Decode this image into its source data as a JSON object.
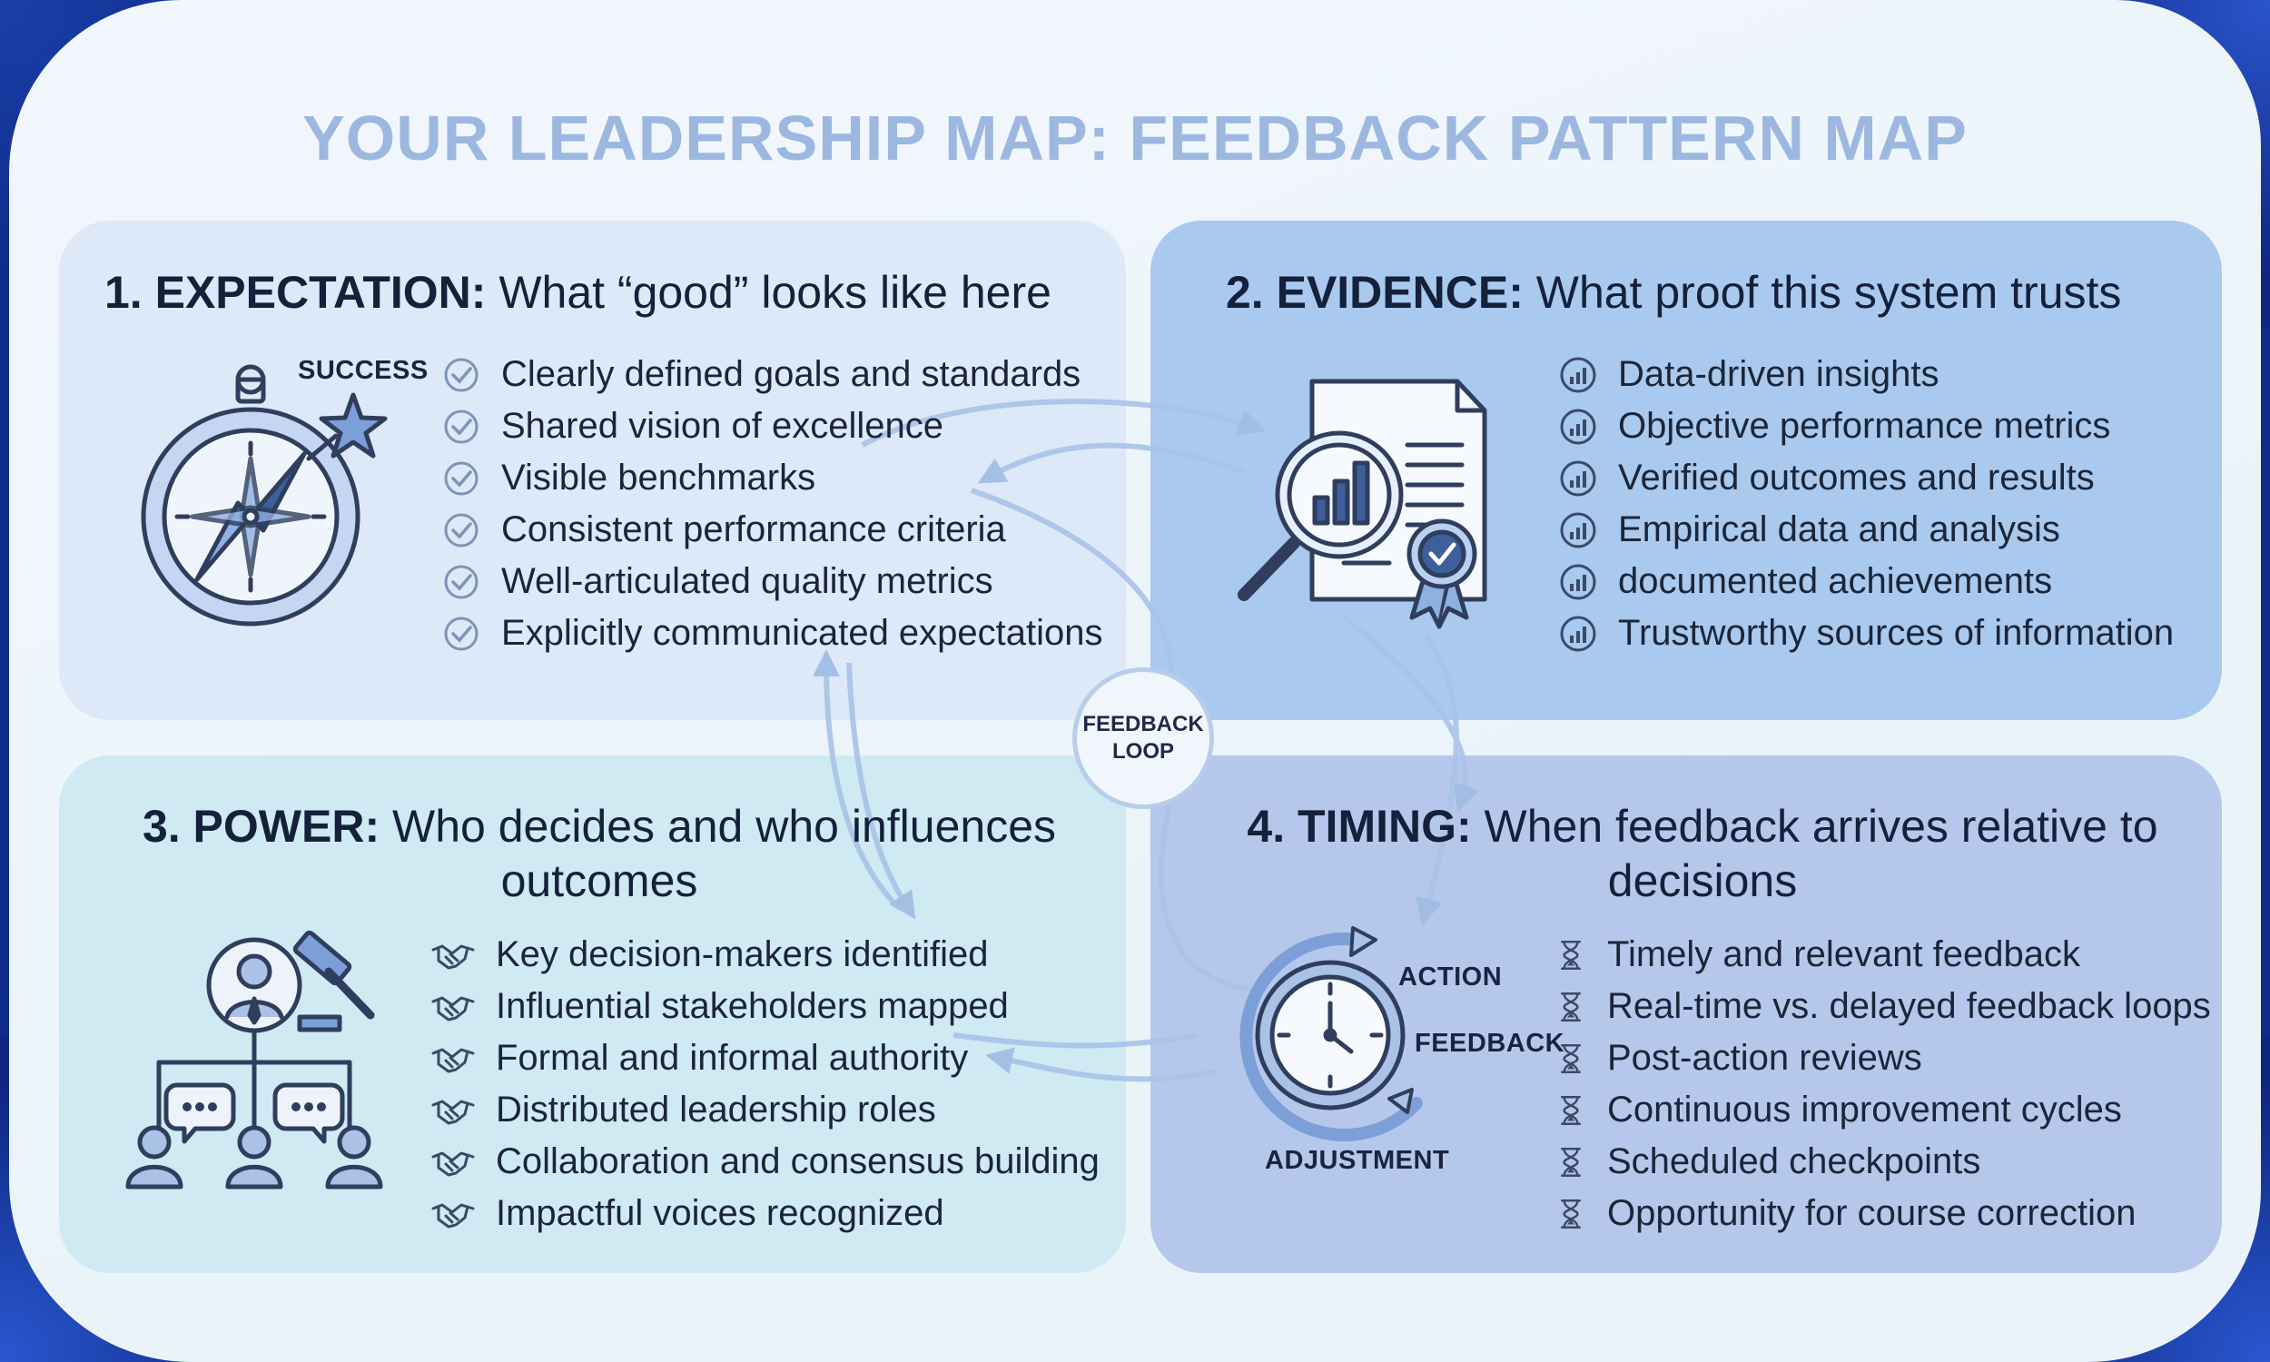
{
  "title": "YOUR LEADERSHIP MAP: FEEDBACK PATTERN MAP",
  "colors": {
    "title": "#9cb8e0",
    "line_icon": "#3a4a66",
    "icon_fill": "#a9c2e6"
  },
  "hub": {
    "line1": "FEEDBACK",
    "line2": "LOOP"
  },
  "expectation": {
    "title_bold": "1. EXPECTATION:",
    "title_rest": "What “good” looks like here",
    "icon": "compass-icon",
    "icon_label": "SUCCESS",
    "bullet_icon": "check-circle-icon",
    "items": [
      "Clearly defined goals and standards",
      "Shared vision of excellence",
      "Visible benchmarks",
      "Consistent performance criteria",
      "Well-articulated quality metrics",
      "Explicitly communicated expectations"
    ]
  },
  "evidence": {
    "title_bold": "2. EVIDENCE:",
    "title_rest": "What proof this system trusts",
    "icon": "document-magnifier-icon",
    "bullet_icon": "bar-chart-circle-icon",
    "items": [
      "Data-driven insights",
      "Objective performance metrics",
      "Verified outcomes and results",
      "Empirical data and analysis",
      "documented achievements",
      "Trustworthy sources of information"
    ]
  },
  "power": {
    "title_bold": "3. POWER:",
    "title_rest_line1": "Who decides and who influences",
    "title_rest_line2": "outcomes",
    "icon": "org-chart-gavel-icon",
    "bullet_icon": "handshake-icon",
    "items": [
      "Key decision-makers identified",
      "Influential stakeholders mapped",
      "Formal and informal authority",
      "Distributed leadership roles",
      "Collaboration and consensus building",
      "Impactful voices recognized"
    ]
  },
  "timing": {
    "title_bold": "4. TIMING:",
    "title_rest_line1": "When feedback arrives relative to",
    "title_rest_line2": "decisions",
    "icon": "clock-cycle-icon",
    "cycle_labels": {
      "action": "ACTION",
      "feedback": "FEEDBACK",
      "adjustment": "ADJUSTMENT"
    },
    "bullet_icon": "hourglass-icon",
    "items": [
      "Timely and relevant feedback",
      "Real-time vs. delayed feedback loops",
      "Post-action reviews",
      "Continuous improvement cycles",
      "Scheduled checkpoints",
      "Opportunity for course correction"
    ]
  }
}
